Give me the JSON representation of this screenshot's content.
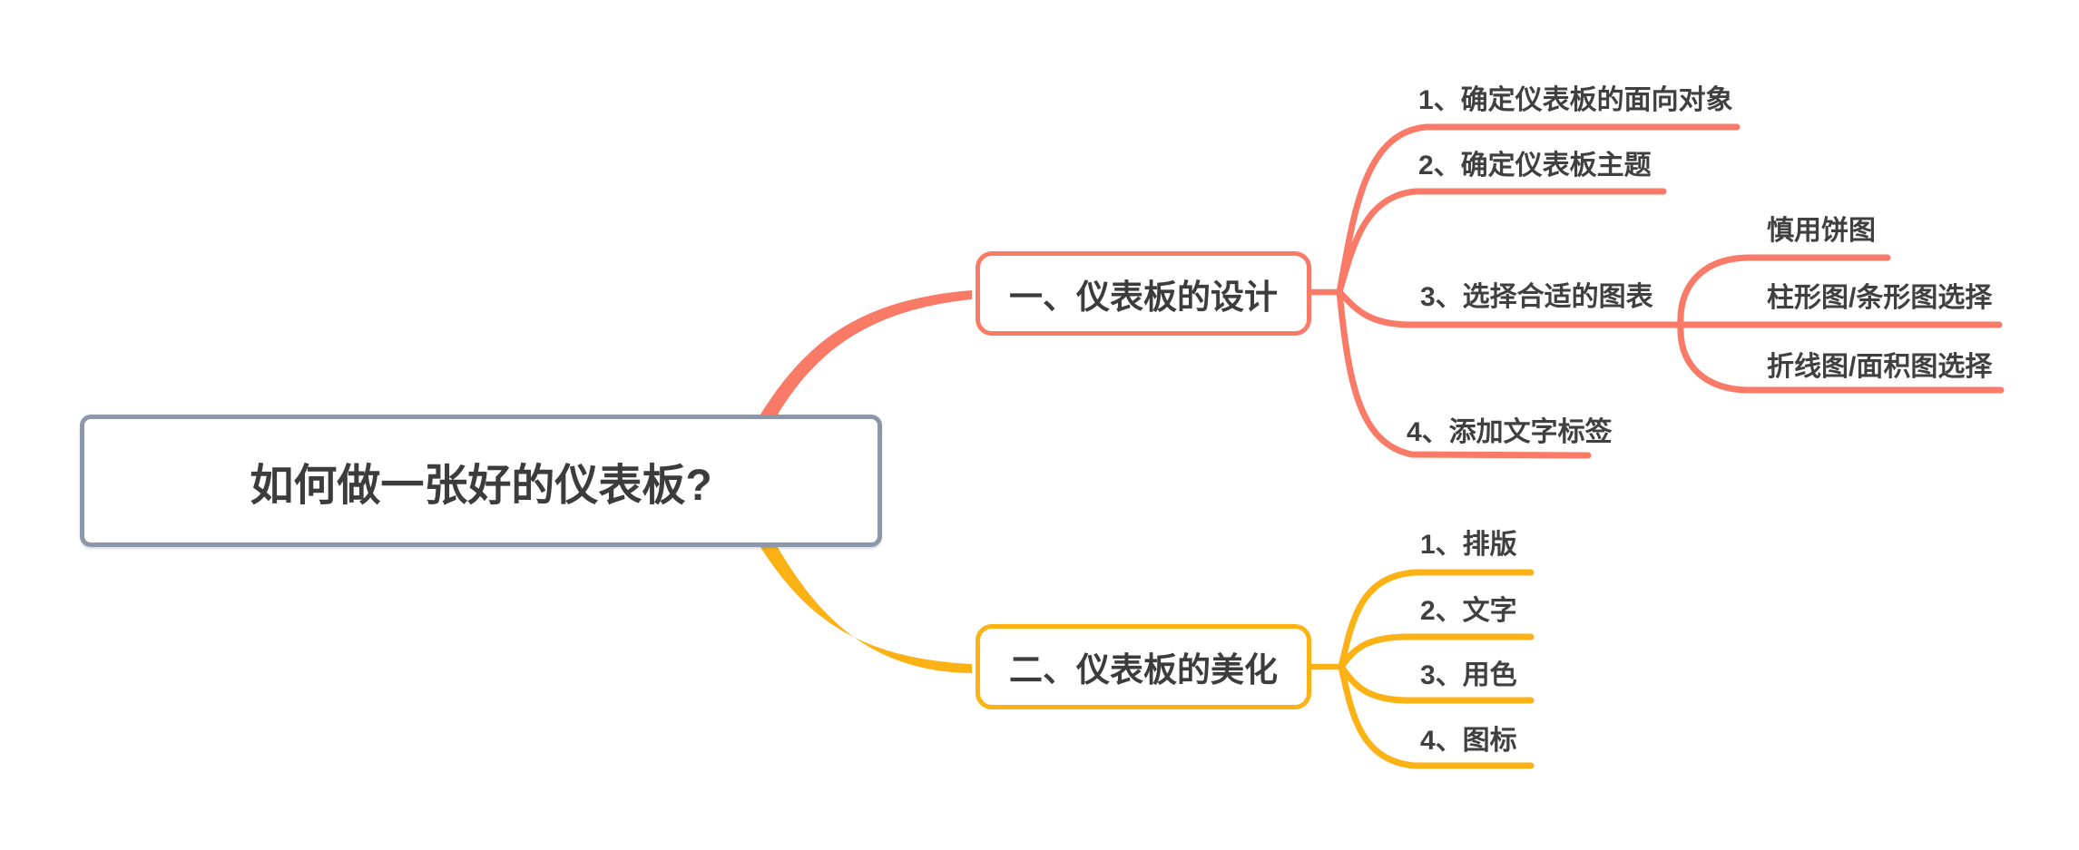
{
  "mindmap": {
    "root": {
      "label": "如何做一张好的仪表板?"
    },
    "branches": [
      {
        "label": "一、仪表板的设计",
        "color": "#FA7A68",
        "children": [
          {
            "label": "1、确定仪表板的面向对象"
          },
          {
            "label": "2、确定仪表板主题"
          },
          {
            "label": "3、选择合适的图表",
            "children": [
              {
                "label": "慎用饼图"
              },
              {
                "label": "柱形图/条形图选择"
              },
              {
                "label": "折线图/面积图选择"
              }
            ]
          },
          {
            "label": "4、添加文字标签"
          }
        ]
      },
      {
        "label": "二、仪表板的美化",
        "color": "#FCB114",
        "children": [
          {
            "label": "1、排版"
          },
          {
            "label": "2、文字"
          },
          {
            "label": "3、用色"
          },
          {
            "label": "4、图标"
          }
        ]
      }
    ]
  },
  "colors": {
    "coral": "#FA7A68",
    "yellow": "#FCB114",
    "root_border": "#8C97A9",
    "node_text": "#3C3C3C",
    "leaf_text": "#404040",
    "background": "#FFFFFF"
  }
}
